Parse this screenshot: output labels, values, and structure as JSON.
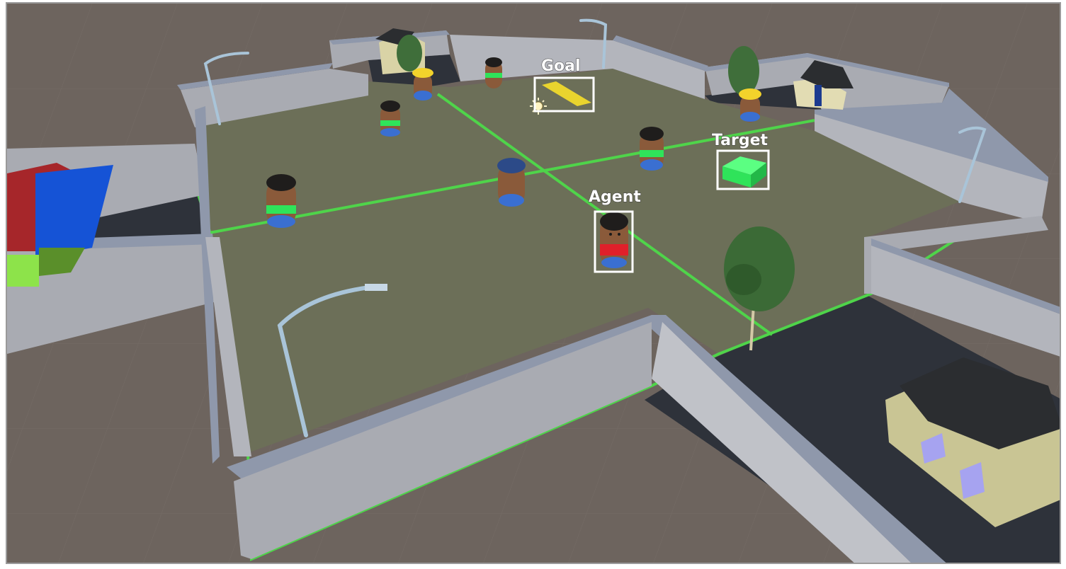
{
  "scene": {
    "labels": {
      "goal": "Goal",
      "target": "Target",
      "agent": "Agent"
    }
  },
  "icons": [
    "sun-icon"
  ],
  "colors": {
    "ground": "#6d645e",
    "floor": "#6c6f58",
    "wall_top": "#8f98ab",
    "wall_side": "#a9abb2",
    "lane_line": "#4fd44a",
    "road": "#2d3138",
    "goal_marker": "#e9d42e",
    "target_cube": "#2fe35a",
    "bounding_box": "#ffffff"
  }
}
